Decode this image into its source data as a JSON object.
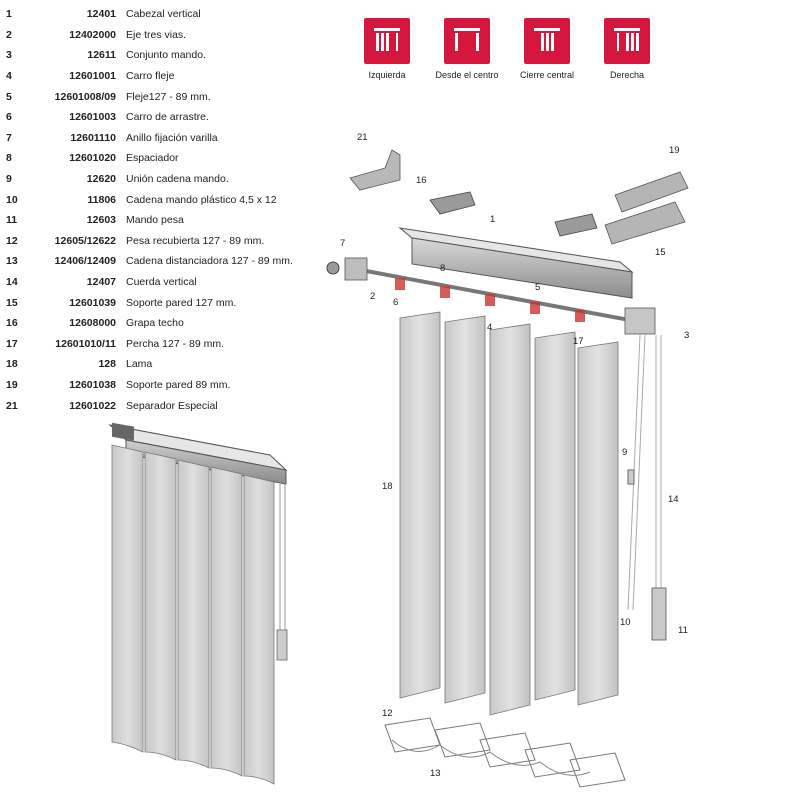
{
  "parts": [
    {
      "num": "1",
      "code": "12401",
      "desc": "Cabezal vertical"
    },
    {
      "num": "2",
      "code": "12402000",
      "desc": "Eje tres vias."
    },
    {
      "num": "3",
      "code": "12611",
      "desc": "Conjunto mando."
    },
    {
      "num": "4",
      "code": "12601001",
      "desc": "Carro fleje"
    },
    {
      "num": "5",
      "code": "12601008/09",
      "desc": "Fleje127 - 89 mm."
    },
    {
      "num": "6",
      "code": "12601003",
      "desc": "Carro de arrastre."
    },
    {
      "num": "7",
      "code": "12601110",
      "desc": "Anillo fijación varilla"
    },
    {
      "num": "8",
      "code": "12601020",
      "desc": "Espaciador"
    },
    {
      "num": "9",
      "code": "12620",
      "desc": "Unión cadena mando."
    },
    {
      "num": "10",
      "code": "11806",
      "desc": "Cadena mando plástico 4,5 x 12"
    },
    {
      "num": "11",
      "code": "12603",
      "desc": "Mando pesa"
    },
    {
      "num": "12",
      "code": "12605/12622",
      "desc": "Pesa recubierta 127 - 89 mm."
    },
    {
      "num": "13",
      "code": "12406/12409",
      "desc": "Cadena distanciadora 127 - 89 mm."
    },
    {
      "num": "14",
      "code": "12407",
      "desc": "Cuerda vertical"
    },
    {
      "num": "15",
      "code": "12601039",
      "desc": "Soporte pared 127  mm."
    },
    {
      "num": "16",
      "code": "12608000",
      "desc": "Grapa techo"
    },
    {
      "num": "17",
      "code": "12601010/11",
      "desc": "Percha 127 - 89 mm."
    },
    {
      "num": "18",
      "code": "128",
      "desc": "Lama"
    },
    {
      "num": "19",
      "code": "12601038",
      "desc": "Soporte pared 89  mm."
    },
    {
      "num": "21",
      "code": "12601022",
      "desc": "Separador Especial"
    }
  ],
  "modes": [
    {
      "label": "Izquierda",
      "icon": "blind-left-icon"
    },
    {
      "label": "Desde el centro",
      "icon": "blind-center-open-icon"
    },
    {
      "label": "Cierre central",
      "icon": "blind-center-close-icon"
    },
    {
      "label": "Derecha",
      "icon": "blind-right-icon"
    }
  ],
  "callouts": {
    "c1": "1",
    "c2": "2",
    "c3": "3",
    "c4": "4",
    "c5": "5",
    "c6": "6",
    "c7": "7",
    "c8": "8",
    "c9": "9",
    "c10": "10",
    "c11": "11",
    "c12": "12",
    "c13": "13",
    "c14": "14",
    "c15": "15",
    "c16": "16",
    "c17": "17",
    "c18": "18",
    "c19": "19",
    "c21": "21"
  },
  "colors": {
    "accent": "#d5173d",
    "slat": "#d4d4d4",
    "rail": "#9a9a9a"
  }
}
